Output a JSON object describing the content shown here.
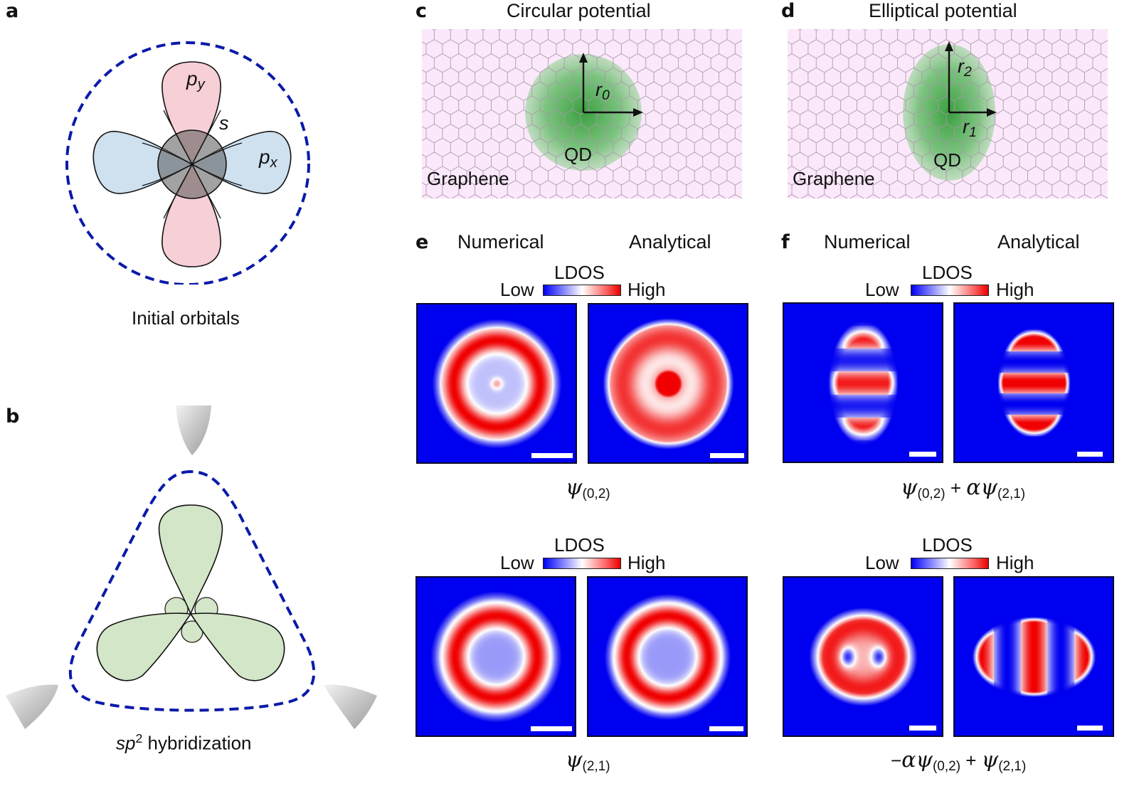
{
  "figure": {
    "panel_a": {
      "letter": "a",
      "orbital_labels": {
        "py_base": "p",
        "py_sub": "y",
        "s": "s",
        "px_base": "p",
        "px_sub": "x"
      },
      "caption": "Initial orbitals",
      "colors": {
        "py": "#f7cfd6",
        "px": "#cfe0ef",
        "s": "#6e6e6e",
        "boundary": "#0a1aa8"
      }
    },
    "panel_b": {
      "letter": "b",
      "caption_base": "sp",
      "caption_sup": "2",
      "caption_rest": " hybridization",
      "colors": {
        "lobes": "#d3e6c7",
        "boundary": "#0a1aa8",
        "tips": "#b5b5b5"
      }
    },
    "panel_c": {
      "letter": "c",
      "title": "Circular potential",
      "radius_label_base": "r",
      "radius_label_sub": "0",
      "qd_label": "QD",
      "substrate_label": "Graphene",
      "colors": {
        "background": "#fbe9fb",
        "lattice": "#a898a8",
        "qd": "#3aa83a"
      }
    },
    "panel_d": {
      "letter": "d",
      "title": "Elliptical potential",
      "radius_y_base": "r",
      "radius_y_sub": "2",
      "radius_x_base": "r",
      "radius_x_sub": "1",
      "qd_label": "QD",
      "substrate_label": "Graphene"
    },
    "panel_e": {
      "letter": "e",
      "col_numerical": "Numerical",
      "col_analytical": "Analytical",
      "rows": [
        {
          "cbar_title": "LDOS",
          "low": "Low",
          "high": "High",
          "formula": [
            {
              "t": "psi",
              "v": "ψ"
            },
            {
              "t": "sub",
              "v": "(0,2)"
            }
          ],
          "maps": [
            "e1num",
            "e1ana"
          ]
        },
        {
          "cbar_title": "LDOS",
          "low": "Low",
          "high": "High",
          "formula": [
            {
              "t": "psi",
              "v": "ψ"
            },
            {
              "t": "sub",
              "v": "(2,1)"
            }
          ],
          "maps": [
            "e2num",
            "e2ana"
          ]
        }
      ]
    },
    "panel_f": {
      "letter": "f",
      "col_numerical": "Numerical",
      "col_analytical": "Analytical",
      "rows": [
        {
          "cbar_title": "LDOS",
          "low": "Low",
          "high": "High",
          "formula": [
            {
              "t": "psi",
              "v": "ψ"
            },
            {
              "t": "sub",
              "v": "(0,2)"
            },
            {
              "t": "txt",
              "v": " + "
            },
            {
              "t": "psi",
              "v": "αψ"
            },
            {
              "t": "sub",
              "v": "(2,1)"
            }
          ],
          "maps": [
            "f1num",
            "f1ana"
          ]
        },
        {
          "cbar_title": "LDOS",
          "low": "Low",
          "high": "High",
          "formula": [
            {
              "t": "txt",
              "v": "−"
            },
            {
              "t": "psi",
              "v": "αψ"
            },
            {
              "t": "sub",
              "v": "(0,2)"
            },
            {
              "t": "txt",
              "v": " + "
            },
            {
              "t": "psi",
              "v": "ψ"
            },
            {
              "t": "sub",
              "v": "(2,1)"
            }
          ],
          "maps": [
            "f2num",
            "f2ana"
          ]
        }
      ]
    },
    "colormap": {
      "low": "#0000f0",
      "mid": "#ffffff",
      "high": "#f00000"
    }
  }
}
